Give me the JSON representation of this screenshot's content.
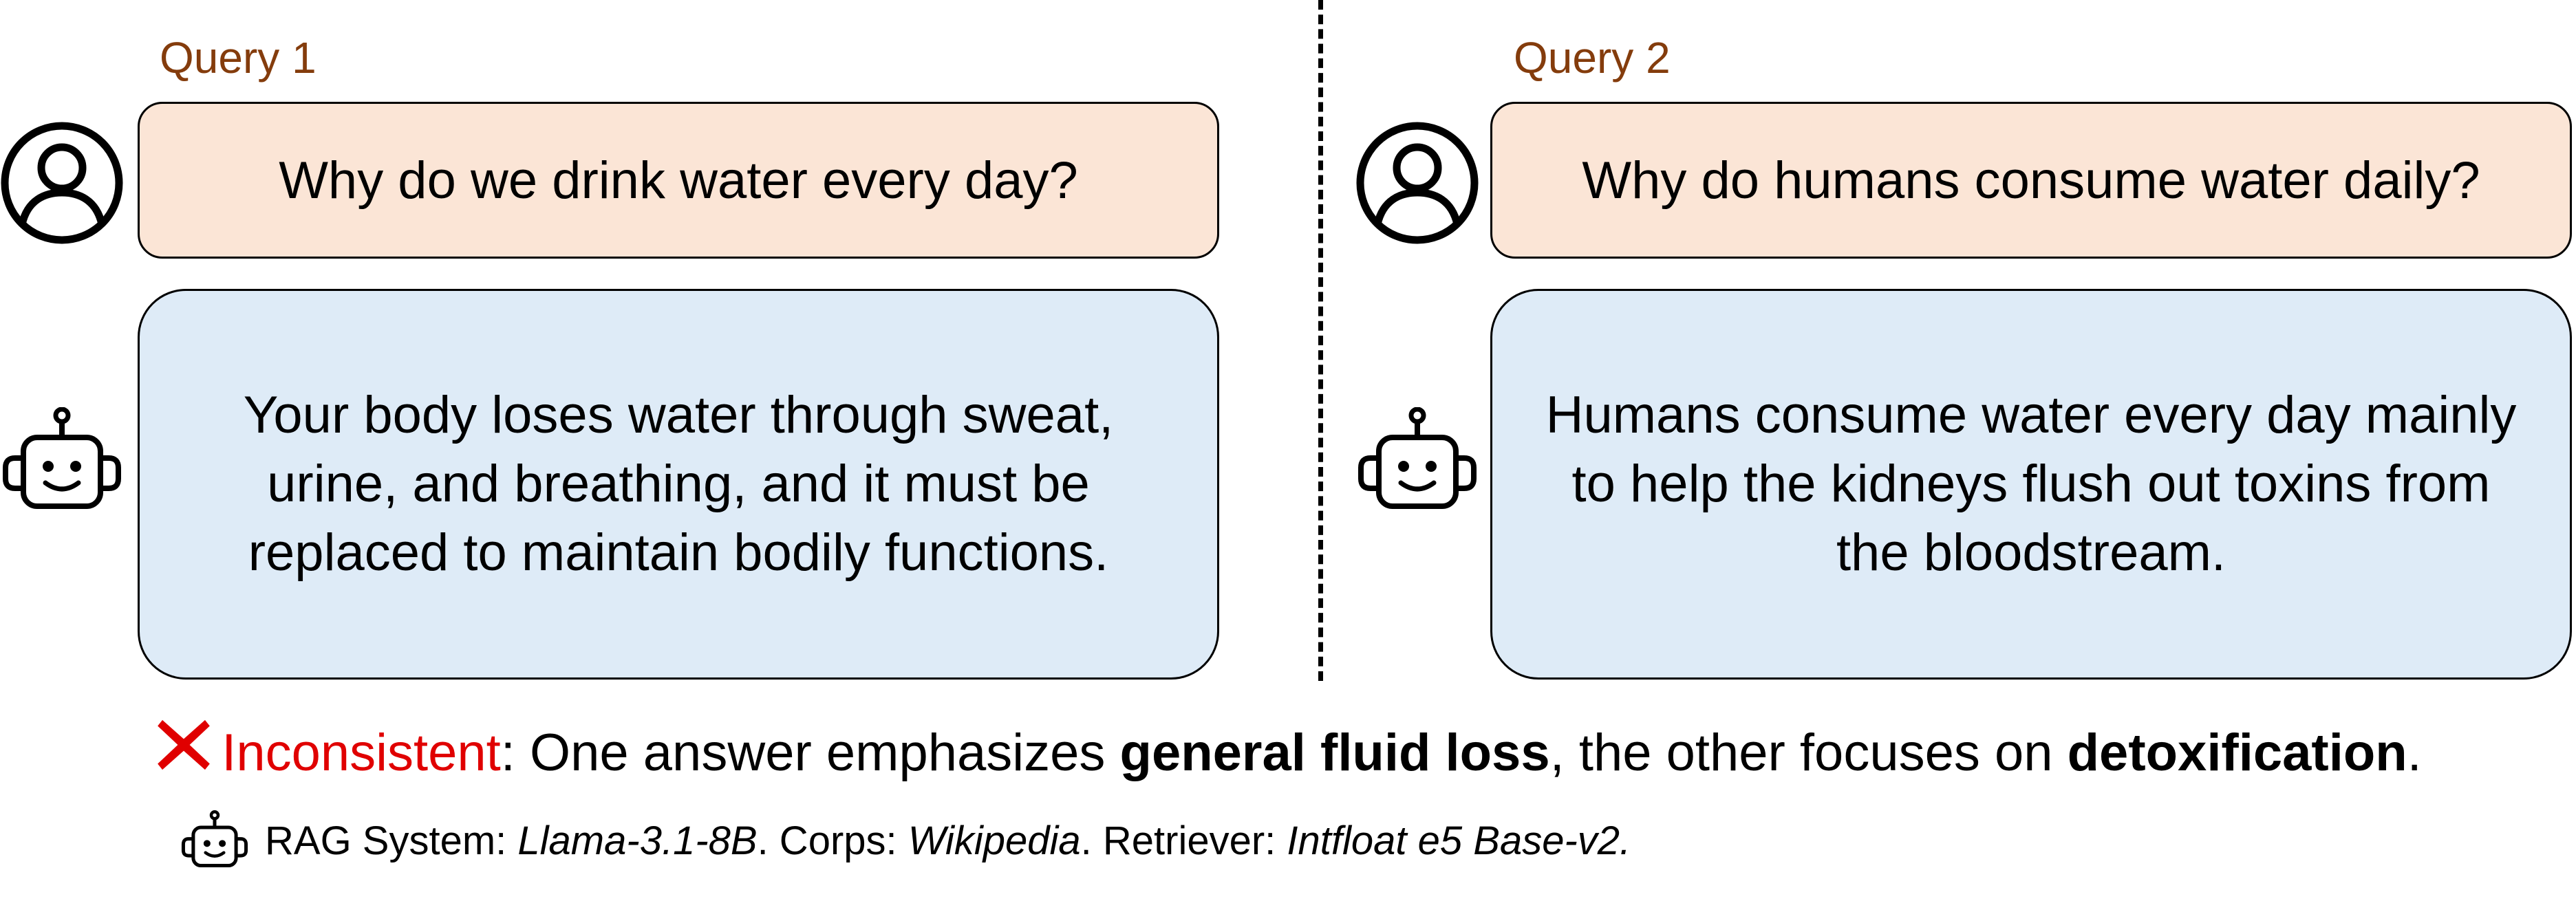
{
  "left": {
    "query_title": "Query 1",
    "question": "Why do we drink water every day?",
    "answer": "Your body loses water through sweat, urine, and breathing, and it must be replaced to maintain bodily functions."
  },
  "right": {
    "query_title": "Query 2",
    "question": "Why do humans consume water daily?",
    "answer": "Humans consume water every day mainly to help the kidneys flush out toxins from the bloodstream."
  },
  "verdict": {
    "label": "Inconsistent",
    "sep": ": One answer emphasizes ",
    "term1": "general fluid loss",
    "mid": ", the other focuses on ",
    "term2": "detoxification",
    "end": "."
  },
  "footer": {
    "system_label": "RAG System: ",
    "system_value": "Llama-3.1-8B",
    "corpus_label": ". Corps: ",
    "corpus_value": "Wikipedia",
    "retriever_label": ". Retriever: ",
    "retriever_value": "Intfloat e5 Base-v2."
  },
  "colors": {
    "query_title": "#843C0C",
    "question_bg": "#FBE5D6",
    "answer_bg": "#DEEBF7",
    "inconsistent": "#E00000"
  },
  "icons": [
    "user-icon",
    "robot-icon",
    "cross-icon"
  ]
}
